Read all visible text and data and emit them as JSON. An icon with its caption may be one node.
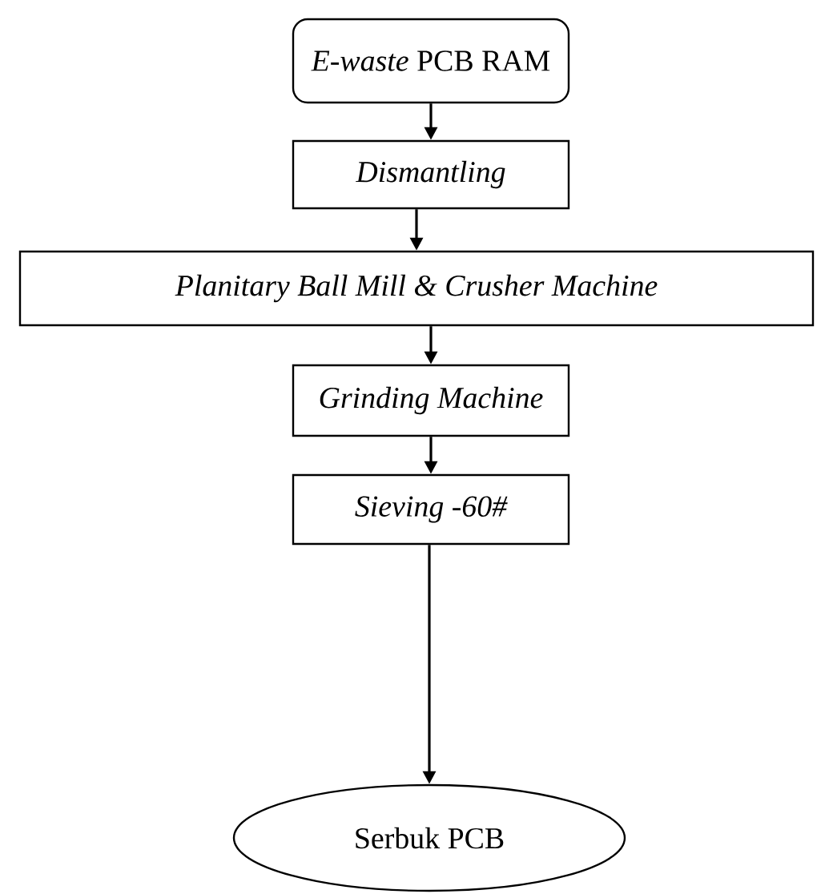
{
  "diagram": {
    "nodes": [
      {
        "text": [
          "*E-waste* PCB RAM"
        ]
      },
      {
        "text": [
          "Dismantling"
        ]
      },
      {
        "text": [
          "Planitary Ball Mill & Crusher Machine"
        ]
      },
      {
        "text": [
          "Grinding Machine"
        ]
      },
      {
        "text": [
          "Sieving -60#"
        ]
      },
      {
        "text": [
          "Serbuk PCB"
        ]
      }
    ],
    "edges": [
      {
        "from": 0,
        "to": 1,
        "arrow": "to"
      },
      {
        "from": 1,
        "to": 2,
        "arrow": "to"
      },
      {
        "from": 2,
        "to": 3,
        "arrow": "to"
      },
      {
        "from": 3,
        "to": 4,
        "arrow": "to"
      },
      {
        "from": 4,
        "to": 5,
        "arrow": "to"
      }
    ]
  }
}
